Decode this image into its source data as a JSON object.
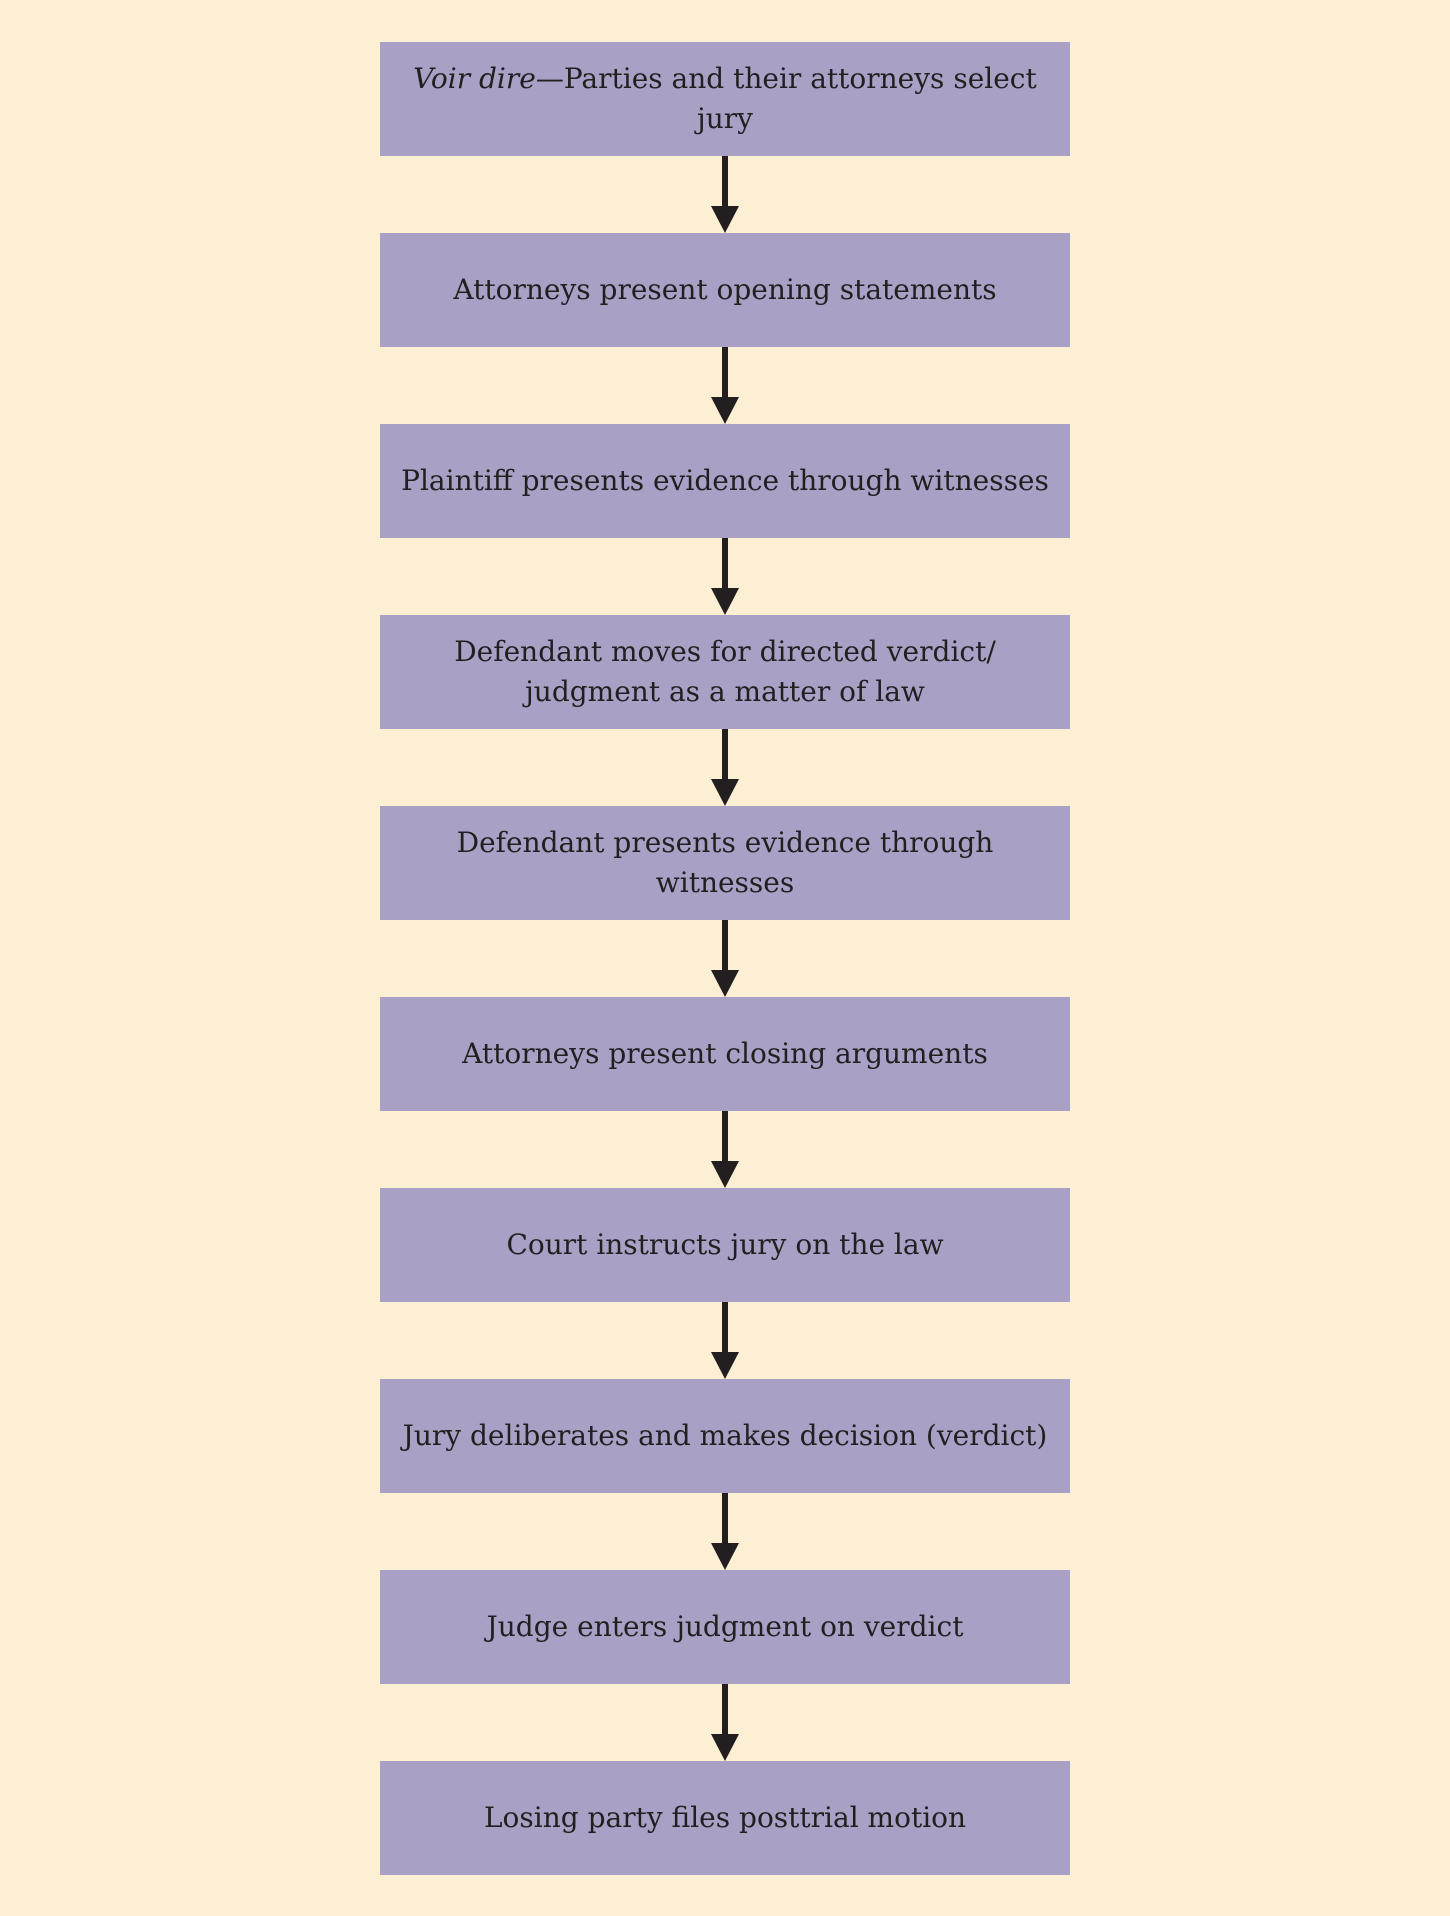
{
  "steps": [
    {
      "italic": "Voir dire",
      "text": "—Parties and their attorneys select jury"
    },
    {
      "text": "Attorneys present opening statements"
    },
    {
      "text": "Plaintiff presents evidence through witnesses"
    },
    {
      "line1": "Defendant moves for directed verdict/",
      "line2": "judgment as a matter of law"
    },
    {
      "text": "Defendant presents evidence through witnesses"
    },
    {
      "text": "Attorneys present closing arguments"
    },
    {
      "text": "Court instructs jury on the law"
    },
    {
      "text": "Jury deliberates and makes decision (verdict)"
    },
    {
      "text": "Judge enters judgment on verdict"
    },
    {
      "text": "Losing party files posttrial motion"
    }
  ],
  "colors": {
    "background": "#fdefd4",
    "box": "#a9a0c6",
    "text": "#231f20",
    "arrow": "#231f20"
  }
}
